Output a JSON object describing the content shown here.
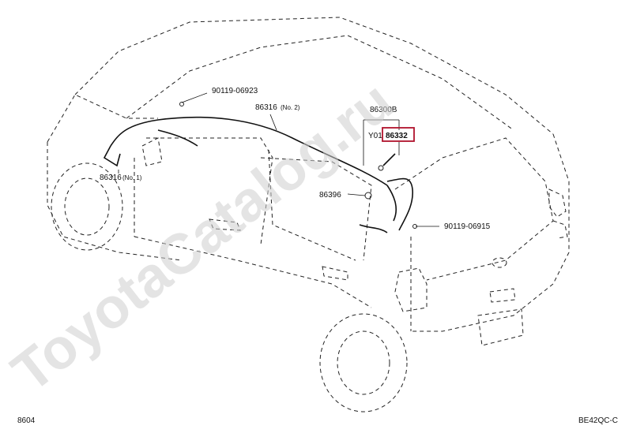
{
  "watermark": "ToyotaCatalog.ru",
  "page_code": "8604",
  "figure_code": "BE42QC-C",
  "callouts": {
    "clip_front": "90119-06923",
    "harness_no2_part": "86316",
    "harness_no2_suffix": "(No. 2)",
    "assembly": "86300B",
    "prefix_y": "Y01",
    "antenna_highlighted": "86332",
    "grommet": "86396",
    "clip_rear": "90119-06915",
    "harness_no1_part": "86316",
    "harness_no1_suffix": "(No. 1)"
  },
  "colors": {
    "highlight": "#b0122c",
    "line": "#222222",
    "watermark": "#cfcfcf"
  }
}
